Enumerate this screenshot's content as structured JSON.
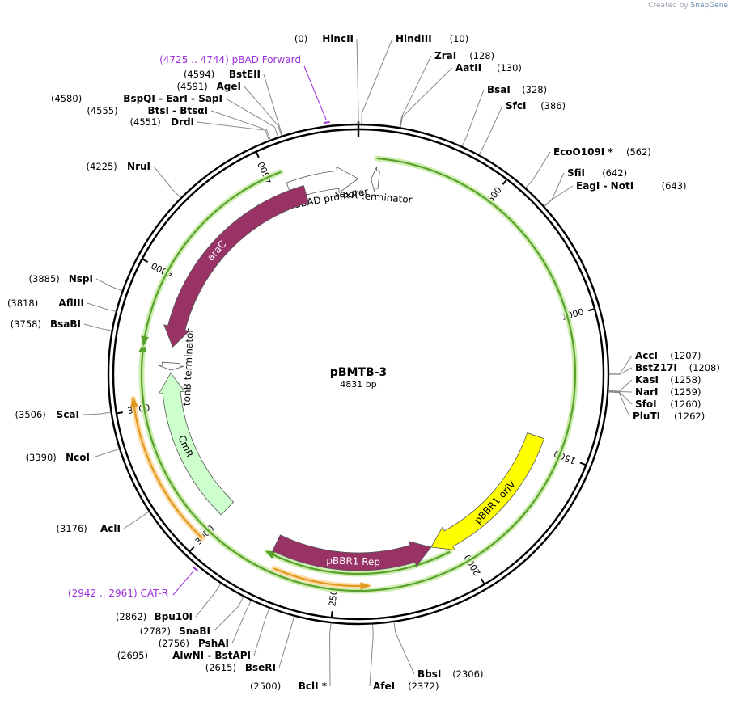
{
  "watermark": {
    "prefix": "Created by",
    "brand": "SnapGene"
  },
  "plasmid": {
    "name": "pBMTB-3",
    "length_label": "4831 bp",
    "length": 4831
  },
  "ticks": [
    {
      "bp": 500,
      "label": "500"
    },
    {
      "bp": 1000,
      "label": "1000"
    },
    {
      "bp": 1500,
      "label": "1500"
    },
    {
      "bp": 2000,
      "label": "2000"
    },
    {
      "bp": 2500,
      "label": "2500"
    },
    {
      "bp": 3000,
      "label": "3000"
    },
    {
      "bp": 3500,
      "label": "3500"
    },
    {
      "bp": 4000,
      "label": "4000"
    },
    {
      "bp": 4500,
      "label": "4500"
    }
  ],
  "sites": [
    {
      "bp": 0,
      "name": "HincII",
      "pos": "(0)",
      "side": "L"
    },
    {
      "bp": 10,
      "name": "HindIII",
      "pos": "(10)",
      "side": "R"
    },
    {
      "bp": 128,
      "name": "ZraI",
      "pos": "(128)",
      "side": "R"
    },
    {
      "bp": 130,
      "name": "AatII",
      "pos": "(130)",
      "side": "R"
    },
    {
      "bp": 328,
      "name": "BsaI",
      "pos": "(328)",
      "side": "R"
    },
    {
      "bp": 386,
      "name": "SfcI",
      "pos": "(386)",
      "side": "R"
    },
    {
      "bp": 562,
      "name": "EcoO109I *",
      "pos": "(562)",
      "side": "R"
    },
    {
      "bp": 642,
      "name": "SfiI",
      "pos": "(642)",
      "side": "R"
    },
    {
      "bp": 643,
      "name": "EagI  - NotI",
      "pos": "(643)",
      "side": "R"
    },
    {
      "bp": 1207,
      "name": "AccI",
      "pos": "(1207)",
      "side": "R"
    },
    {
      "bp": 1208,
      "name": "BstZ17I",
      "pos": "(1208)",
      "side": "R"
    },
    {
      "bp": 1258,
      "name": "KasI",
      "pos": "(1258)",
      "side": "R"
    },
    {
      "bp": 1259,
      "name": "NarI",
      "pos": "(1259)",
      "side": "R"
    },
    {
      "bp": 1260,
      "name": "SfoI",
      "pos": "(1260)",
      "side": "R"
    },
    {
      "bp": 1262,
      "name": "PluTI",
      "pos": "(1262)",
      "side": "R"
    },
    {
      "bp": 2306,
      "name": "BbsI",
      "pos": "(2306)",
      "side": "R"
    },
    {
      "bp": 2372,
      "name": "AfeI",
      "pos": "(2372)",
      "side": "R"
    },
    {
      "bp": 2500,
      "name": "BclI *",
      "pos": "(2500)",
      "side": "L"
    },
    {
      "bp": 2615,
      "name": "BseRI",
      "pos": "(2615)",
      "side": "L"
    },
    {
      "bp": 2695,
      "name": "AlwNI  - BstAPI",
      "pos": "(2695)",
      "side": "L"
    },
    {
      "bp": 2756,
      "name": "PshAI",
      "pos": "(2756)",
      "side": "L"
    },
    {
      "bp": 2782,
      "name": "SnaBI",
      "pos": "(2782)",
      "side": "L"
    },
    {
      "bp": 2862,
      "name": "Bpu10I",
      "pos": "(2862)",
      "side": "L"
    },
    {
      "bp": 3176,
      "name": "AclI",
      "pos": "(3176)",
      "side": "L"
    },
    {
      "bp": 3390,
      "name": "NcoI",
      "pos": "(3390)",
      "side": "L"
    },
    {
      "bp": 3506,
      "name": "ScaI",
      "pos": "(3506)",
      "side": "L"
    },
    {
      "bp": 3758,
      "name": "BsaBI",
      "pos": "(3758)",
      "side": "L"
    },
    {
      "bp": 3818,
      "name": "AflIII",
      "pos": "(3818)",
      "side": "L"
    },
    {
      "bp": 3885,
      "name": "NspI",
      "pos": "(3885)",
      "side": "L"
    },
    {
      "bp": 4225,
      "name": "NruI",
      "pos": "(4225)",
      "side": "L"
    },
    {
      "bp": 4551,
      "name": "DrdI",
      "pos": "(4551)",
      "side": "L"
    },
    {
      "bp": 4555,
      "name": "BtsI  - BtsαI",
      "pos": "(4555)",
      "side": "L"
    },
    {
      "bp": 4580,
      "name": "BspQI  - EarI  - SapI",
      "pos": "(4580)",
      "side": "L"
    },
    {
      "bp": 4591,
      "name": "AgeI",
      "pos": "(4591)",
      "side": "L"
    },
    {
      "bp": 4594,
      "name": "BstEII",
      "pos": "(4594)",
      "side": "L"
    }
  ],
  "primers": [
    {
      "label": "pBAD Forward",
      "range": "(4725 .. 4744)",
      "start": 4725,
      "end": 4744
    },
    {
      "label": "CAT-R",
      "range": "(2942 .. 2961)",
      "start": 2942,
      "end": 2961
    }
  ],
  "features": [
    {
      "label": "araBAD promoter",
      "start": 4555,
      "end": 4830,
      "strand": 1,
      "color": "#ffffff",
      "text_color": "#000000"
    },
    {
      "label": "soxR terminator",
      "start": 50,
      "end": 80,
      "strand": -1,
      "color": "#ffffff",
      "text_color": "#000000"
    },
    {
      "label": "araC",
      "start": 3735,
      "end": 4614,
      "strand": -1,
      "color": "#993366",
      "text_color": "#ffffff"
    },
    {
      "label": "tonB terminator",
      "start": 3640,
      "end": 3670,
      "strand": -1,
      "color": "#ffffff",
      "text_color": "#000000"
    },
    {
      "label": "CmR",
      "start": 3010,
      "end": 3628,
      "strand": 1,
      "color": "#ccffcc",
      "text_color": "#000000"
    },
    {
      "label": "pBBR1 Rep",
      "start": 2110,
      "end": 2763,
      "strand": -1,
      "color": "#993366",
      "text_color": "#ffffff"
    },
    {
      "label": "pBBR1 oriV",
      "start": 1465,
      "end": 2110,
      "strand": 1,
      "color": "#ffff00",
      "text_color": "#000000"
    }
  ],
  "orfs": [
    {
      "start": 65,
      "end": 3730,
      "strand": 1,
      "color": "#5aa02c",
      "glow": "#cdeeb0"
    },
    {
      "start": 3730,
      "end": 4550,
      "strand": -1,
      "color": "#5aa02c",
      "glow": "#cdeeb0"
    },
    {
      "start": 2050,
      "end": 2780,
      "strand": 1,
      "color": "#5aa02c",
      "glow": "#cdeeb0"
    },
    {
      "start": 2380,
      "end": 2730,
      "strand": -1,
      "color": "#e09a22",
      "glow": "#ffdca8"
    },
    {
      "start": 3000,
      "end": 3540,
      "strand": 1,
      "color": "#e09a22",
      "glow": "#ffdca8"
    }
  ]
}
